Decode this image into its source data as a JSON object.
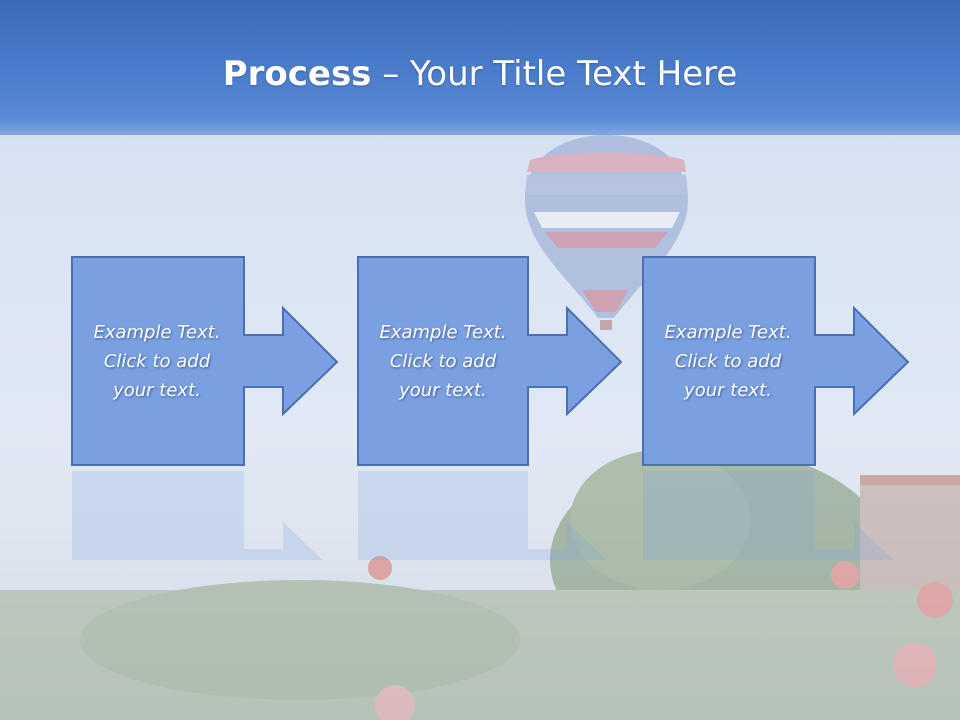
{
  "slide": {
    "title_bold": "Process",
    "title_rest": " – Your Title Text Here"
  },
  "steps": [
    {
      "text": "Example Text.\nClick  to add\nyour text."
    },
    {
      "text": "Example Text.\nClick  to add\nyour text."
    },
    {
      "text": "Example Text.\nClick  to add\nyour text."
    }
  ],
  "colors": {
    "header_blue": "#4a7ccc",
    "box_fill": "#7aa0e2",
    "box_border": "#4a6fb3",
    "text": "#ffffff"
  }
}
